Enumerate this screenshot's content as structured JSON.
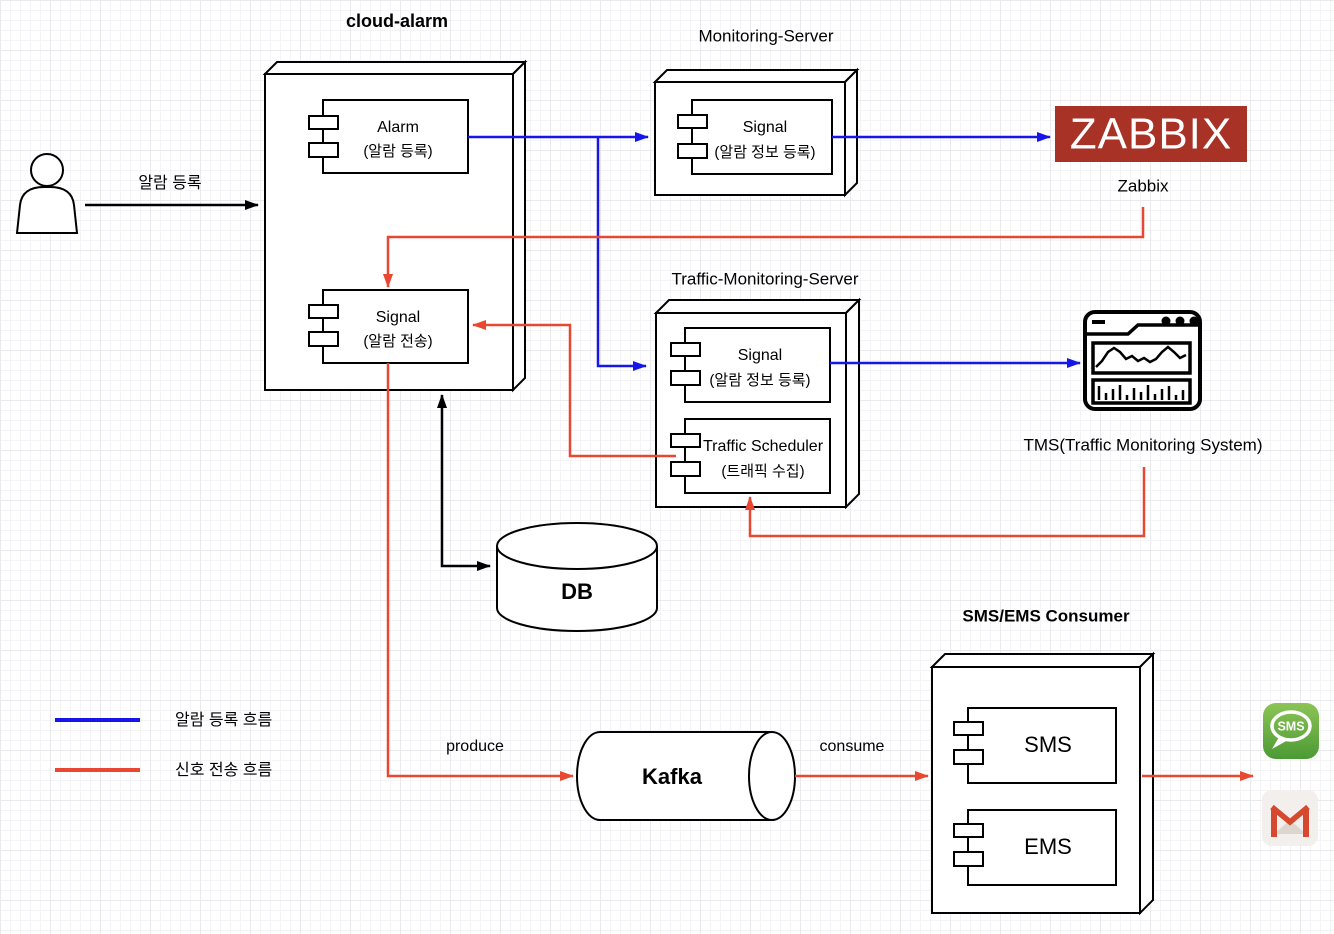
{
  "diagram": {
    "actor": {
      "flow_label": "알람 등록"
    },
    "cloud_alarm": {
      "title": "cloud-alarm",
      "alarm": {
        "name": "Alarm",
        "sub": "(알람 등록)"
      },
      "signal": {
        "name": "Signal",
        "sub": "(알람 전송)"
      }
    },
    "monitoring_server": {
      "title": "Monitoring-Server",
      "signal": {
        "name": "Signal",
        "sub": "(알람 정보 등록)"
      }
    },
    "zabbix": {
      "logo": "ZABBIX",
      "caption": "Zabbix"
    },
    "traffic_server": {
      "title": "Traffic-Monitoring-Server",
      "signal": {
        "name": "Signal",
        "sub": "(알람 정보 등록)"
      },
      "scheduler": {
        "name": "Traffic Scheduler",
        "sub": "(트래픽 수집)"
      }
    },
    "tms": {
      "caption": "TMS(Traffic Monitoring System)"
    },
    "db": {
      "label": "DB"
    },
    "kafka": {
      "label": "Kafka"
    },
    "consumer": {
      "title": "SMS/EMS Consumer",
      "sms": {
        "name": "SMS"
      },
      "ems": {
        "name": "EMS"
      }
    },
    "sms_app_icon_text": "SMS",
    "edges": {
      "produce": "produce",
      "consume": "consume"
    },
    "legend": {
      "alarm_flow": "알람 등록 흐름",
      "signal_flow": "신호 전송 흐름"
    },
    "colors": {
      "alarm_flow_blue": "#1616E8",
      "signal_flow_red": "#E84832",
      "zabbix_red": "#A93226",
      "sms_icon_green": "#5FA93F",
      "gmail_red": "#D6492F"
    }
  }
}
